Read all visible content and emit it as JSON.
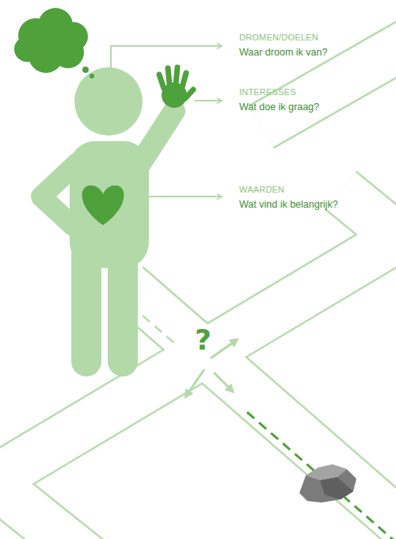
{
  "diagram": {
    "labels": [
      "DROMEN/DOELEN",
      "Waar droom ik van?",
      "INTERESSES",
      "Wat doe ik graag?",
      "WAARDEN",
      "Wat vind ik belangrijk?",
      "?"
    ]
  }
}
